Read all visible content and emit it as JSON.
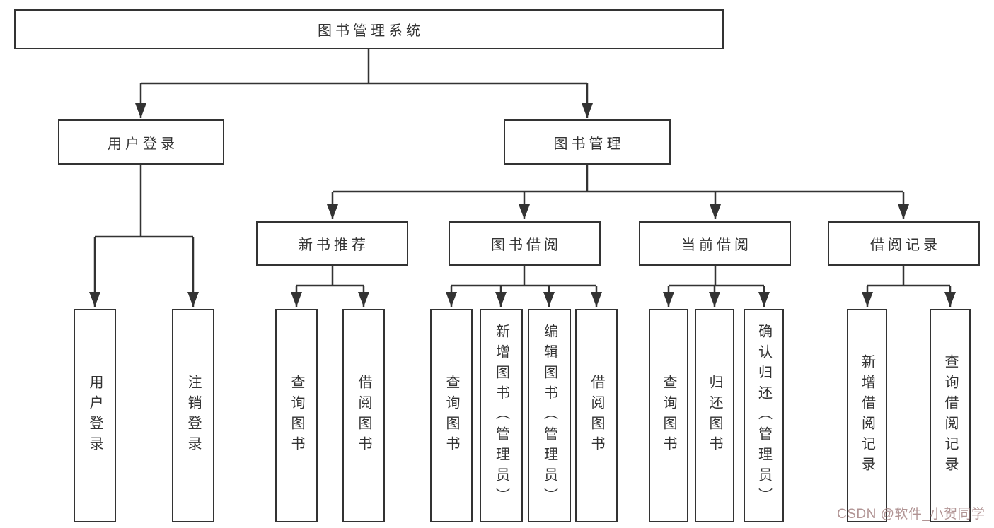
{
  "tree": {
    "root": {
      "label": "图书管理系统",
      "children": [
        {
          "label": "用户登录",
          "children": [
            {
              "label": "用户登录"
            },
            {
              "label": "注销登录"
            }
          ]
        },
        {
          "label": "图书管理",
          "children": [
            {
              "label": "新书推荐",
              "children": [
                {
                  "label": "查询图书"
                },
                {
                  "label": "借阅图书"
                }
              ]
            },
            {
              "label": "图书借阅",
              "children": [
                {
                  "label": "查询图书"
                },
                {
                  "label": "新增图书（管理员）"
                },
                {
                  "label": "编辑图书（管理员）"
                },
                {
                  "label": "借阅图书"
                }
              ]
            },
            {
              "label": "当前借阅",
              "children": [
                {
                  "label": "查询图书"
                },
                {
                  "label": "归还图书"
                },
                {
                  "label": "确认归还（管理员）"
                }
              ]
            },
            {
              "label": "借阅记录",
              "children": [
                {
                  "label": "新增借阅记录"
                },
                {
                  "label": "查询借阅记录"
                }
              ]
            }
          ]
        }
      ]
    }
  },
  "watermark": {
    "text": "CSDN @软件_小贺同学",
    "color": "#a07d7d"
  },
  "colors": {
    "line": "#333333",
    "box_border": "#333333",
    "text": "#333333",
    "background": "#ffffff"
  }
}
